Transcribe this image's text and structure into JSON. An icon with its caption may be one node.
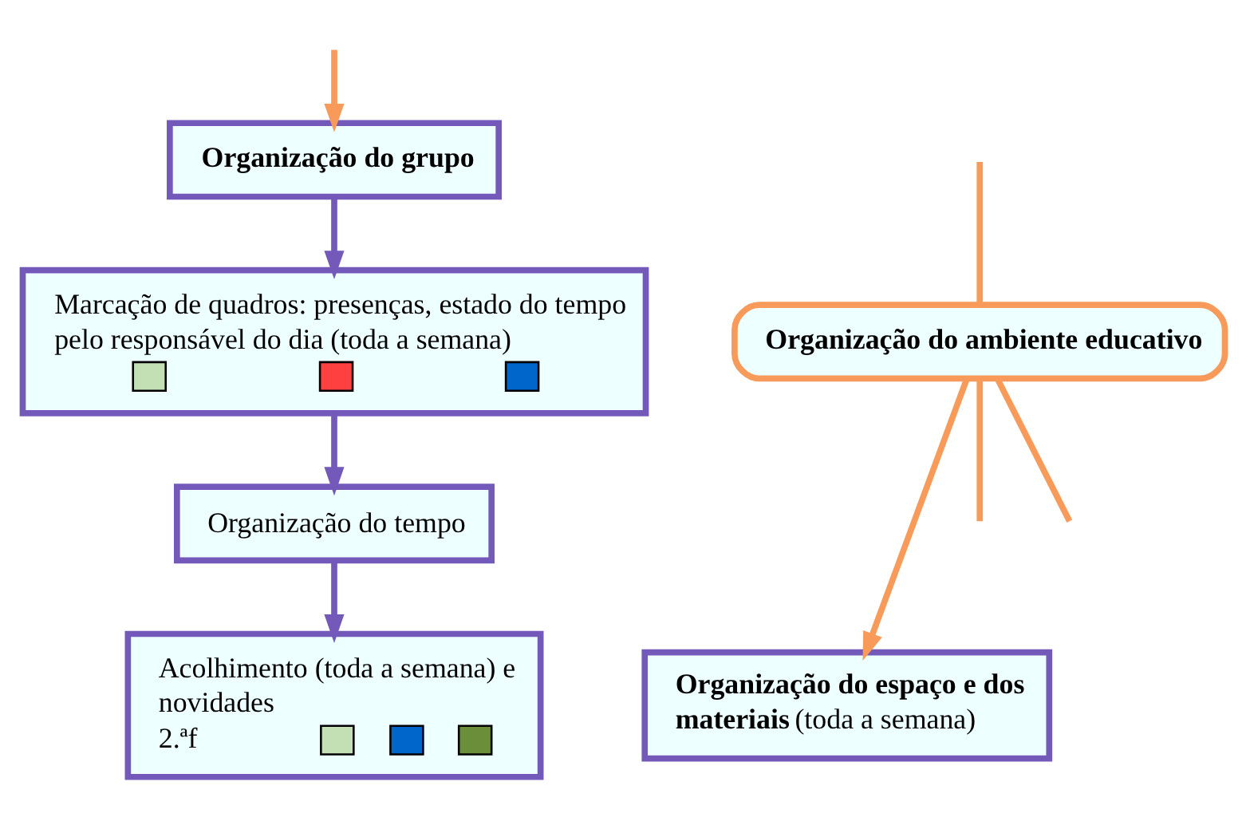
{
  "diagram": {
    "nodes": [
      {
        "text": [
          "Organização do grupo"
        ]
      },
      {
        "text": [
          "Marcação de quadros: presenças, estado do tempo pelo responsável do dia (toda a semana)"
        ]
      },
      {
        "text": [
          "Organização do tempo"
        ]
      },
      {
        "text": [
          "Acolhimento (toda a semana) e novidades",
          "2.ªf"
        ]
      },
      {
        "text": [
          "Organização do ambiente educativo"
        ]
      },
      {
        "text": [
          "**Organização do espaço e dos materiais** (toda a semana)"
        ]
      }
    ],
    "edges": [
      {
        "from": null,
        "to": 0,
        "arrow": "to"
      },
      {
        "from": 0,
        "to": 1,
        "arrow": "to",
        "color": "#7359b9"
      },
      {
        "from": 1,
        "to": 2,
        "arrow": "to",
        "color": "#7359b9"
      },
      {
        "from": 2,
        "to": 3,
        "arrow": "to",
        "color": "#7359b9"
      },
      {
        "from": null,
        "to": 4,
        "arrow": "none"
      },
      {
        "from": 4,
        "to": 5,
        "arrow": "to"
      },
      {
        "from": 4,
        "to": null,
        "arrow": "none"
      },
      {
        "from": 4,
        "to": null,
        "arrow": "none"
      }
    ]
  }
}
